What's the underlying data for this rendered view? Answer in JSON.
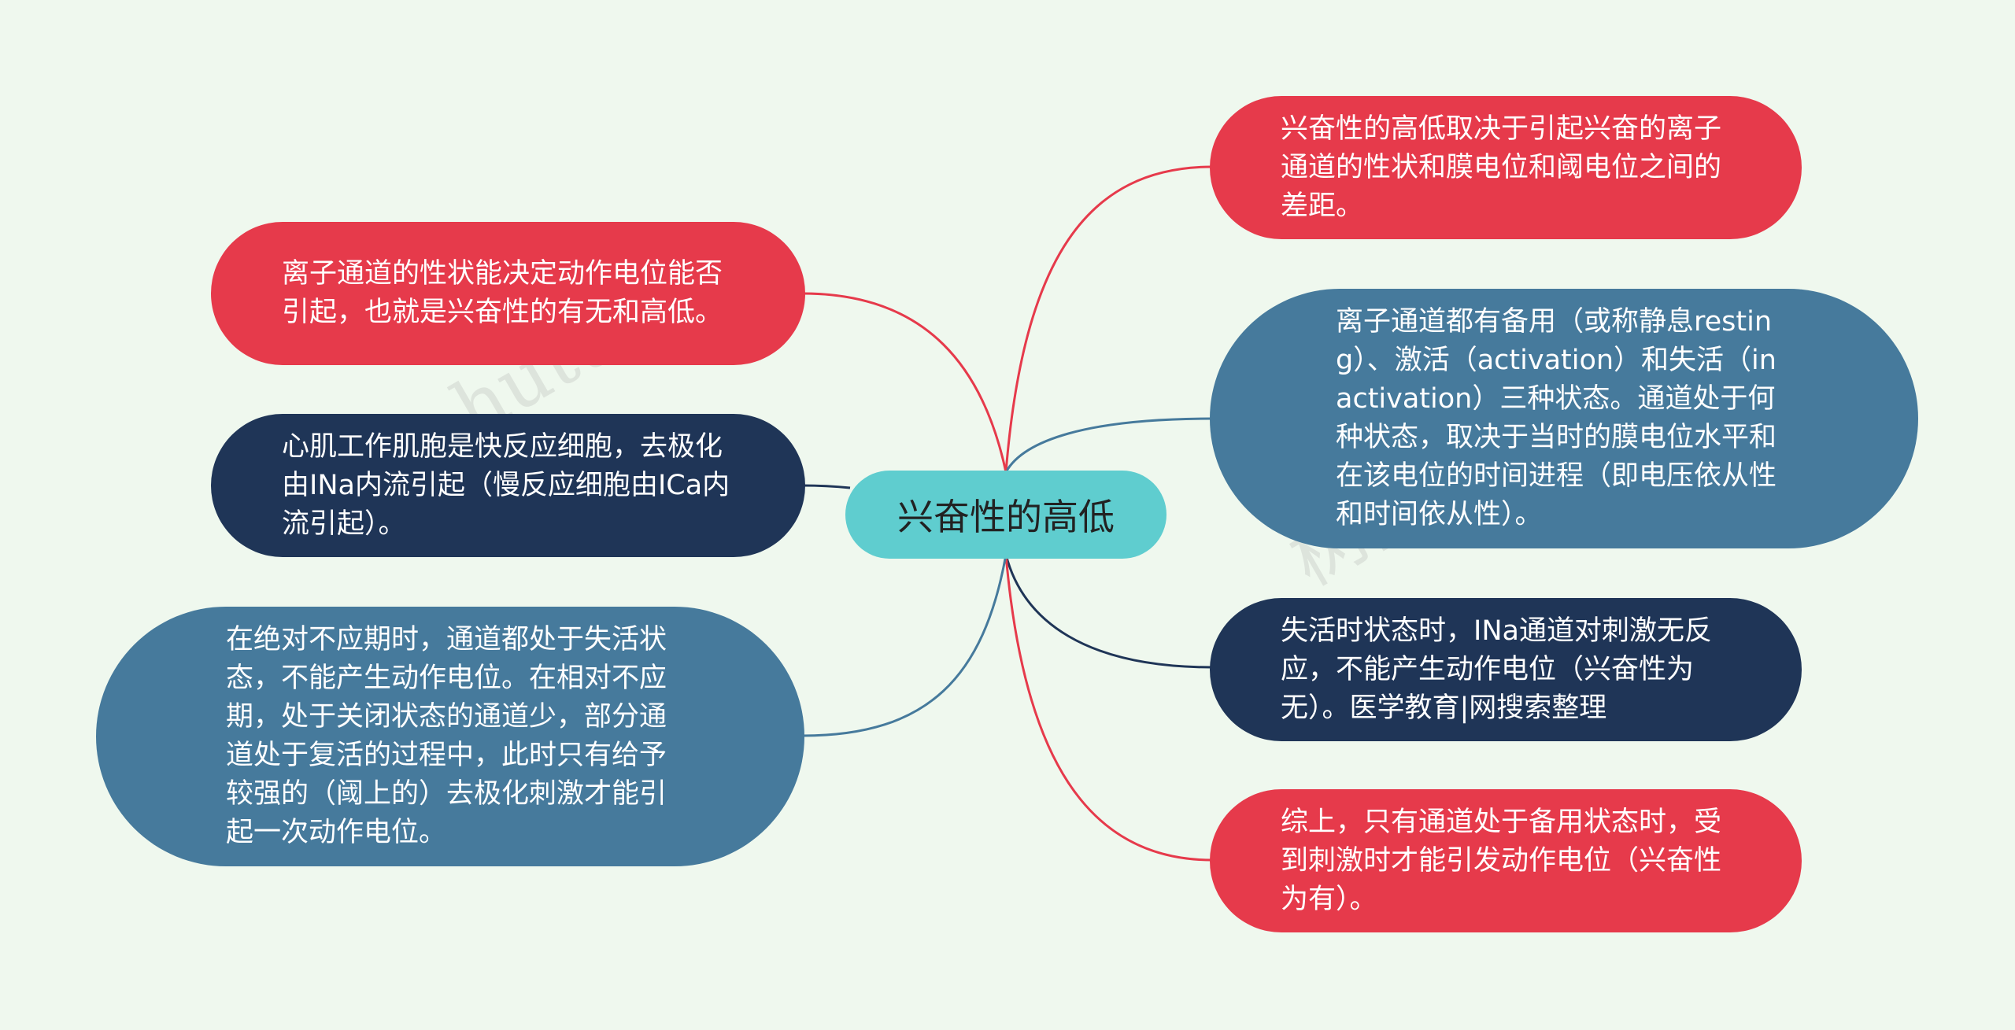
{
  "center": {
    "label": "兴奋性的高低"
  },
  "nodes": {
    "r1": "兴奋性的高低取决于引起兴奋的离子通道的性状和膜电位和阈电位之间的差距。",
    "r2": "离子通道都有备用（或称静息resting）、激活（activation）和失活（inactivation）三种状态。通道处于何种状态，取决于当时的膜电位水平和在该电位的时间进程（即电压依从性和时间依从性）。",
    "r3": "失活时状态时，INa通道对刺激无反应，不能产生动作电位（兴奋性为无）。医学教育|网搜索整理",
    "r4": "综上，只有通道处于备用状态时，受到刺激时才能引发动作电位（兴奋性为有）。",
    "l1": "离子通道的性状能决定动作电位能否引起，也就是兴奋性的有无和高低。",
    "l2": "心肌工作肌胞是快反应细胞，去极化由INa内流引起（慢反应细胞由ICa内流引起）。",
    "l3": "在绝对不应期时，通道都处于失活状态，不能产生动作电位。在相对不应期，处于关闭状态的通道少，部分通道处于复活的过程中，此时只有给予较强的（阈上的）去极化刺激才能引起一次动作电位。"
  },
  "colors": {
    "red": "#e63a4b",
    "navy": "#1f3557",
    "steel": "#467a9c",
    "center": "#5fcdcf",
    "background": "#eff8ee"
  },
  "watermark": {
    "left": "hutu.cn",
    "right": "树图 shutu.cn"
  }
}
